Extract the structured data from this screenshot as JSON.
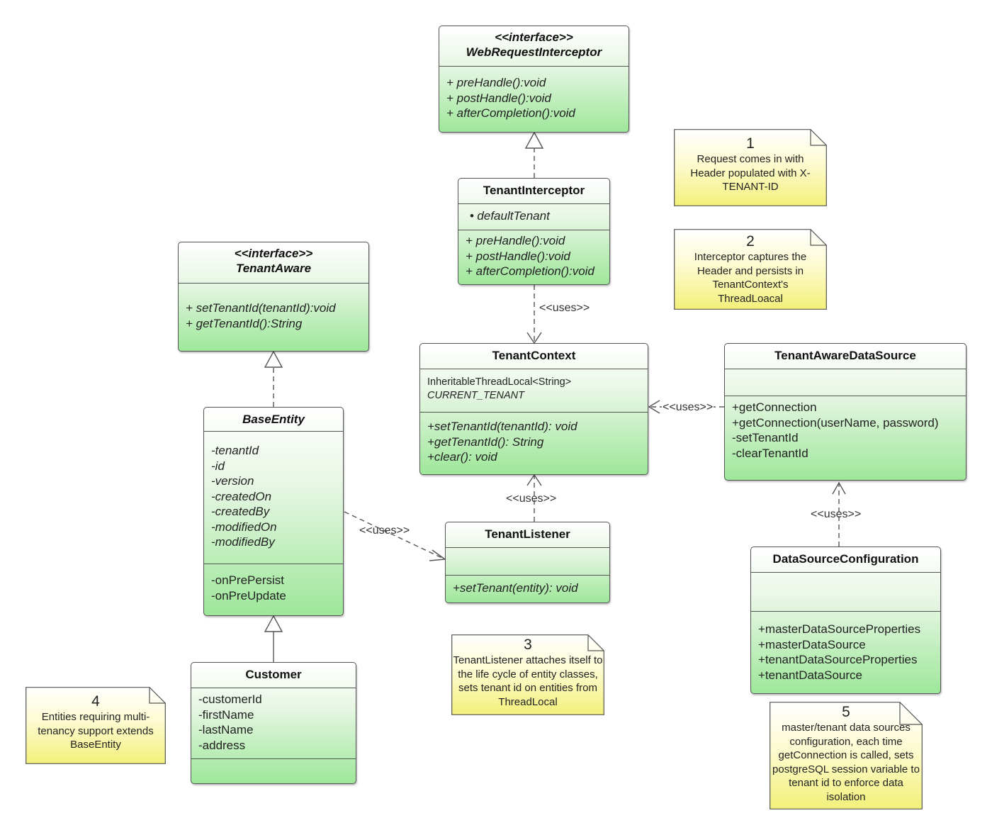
{
  "classes": {
    "web_request_interceptor": {
      "stereotype": "<<interface>>",
      "name": "WebRequestInterceptor",
      "methods": [
        "+ preHandle():void",
        "+ postHandle():void",
        "+ afterCompletion():void"
      ]
    },
    "tenant_interceptor": {
      "name": "TenantInterceptor",
      "attribute": "defaultTenant",
      "methods": [
        "+ preHandle():void",
        "+ postHandle():void",
        "+ afterCompletion():void"
      ]
    },
    "tenant_aware": {
      "stereotype": "<<interface>>",
      "name": "TenantAware",
      "methods": [
        "+ setTenantId(tenantId):void",
        "+ getTenantId():String"
      ]
    },
    "base_entity": {
      "name": "BaseEntity",
      "attributes": [
        "-tenantId",
        "-id",
        "-version",
        "-createdOn",
        "-createdBy",
        "-modifiedOn",
        "-modifiedBy"
      ],
      "methods": [
        "-onPrePersist",
        "-onPreUpdate"
      ]
    },
    "tenant_context": {
      "name": "TenantContext",
      "attributes": [
        "InheritableThreadLocal<String>",
        "CURRENT_TENANT"
      ],
      "methods": [
        "+setTenantId(tenantId): void",
        "+getTenantId(): String",
        "+clear(): void"
      ]
    },
    "tenant_aware_data_source": {
      "name": "TenantAwareDataSource",
      "methods": [
        "+getConnection",
        "+getConnection(userName, password)",
        "-setTenantId",
        "-clearTenantId"
      ]
    },
    "tenant_listener": {
      "name": "TenantListener",
      "methods": [
        "+setTenant(entity): void"
      ]
    },
    "data_source_configuration": {
      "name": "DataSourceConfiguration",
      "methods": [
        "+masterDataSourceProperties",
        "+masterDataSource",
        "+tenantDataSourceProperties",
        "+tenantDataSource"
      ]
    },
    "customer": {
      "name": "Customer",
      "attributes": [
        "-customerId",
        "-firstName",
        "-lastName",
        "-address"
      ]
    }
  },
  "notes": [
    {
      "number": "1",
      "text": "Request comes in with Header populated with X-TENANT-ID"
    },
    {
      "number": "2",
      "text": "Interceptor captures the Header and persists in TenantContext's ThreadLoacal"
    },
    {
      "number": "3",
      "text": "TenantListener attaches itself to the life cycle of entity classes, sets tenant id on entities from ThreadLocal"
    },
    {
      "number": "4",
      "text": "Entities requiring multi-tenancy support extends BaseEntity"
    },
    {
      "number": "5",
      "text": "master/tenant data sources configuration, each time getConnection is called, sets postgreSQL session variable to tenant id to enforce data isolation"
    }
  ],
  "relations": {
    "uses_label": "<<uses>>"
  },
  "colors": {
    "class_fill_top": "#ffffff",
    "class_fill_bottom": "#9ee79a",
    "note_fill_top": "#ffffff",
    "note_fill_bottom": "#f3f07a",
    "line": "#555555"
  }
}
